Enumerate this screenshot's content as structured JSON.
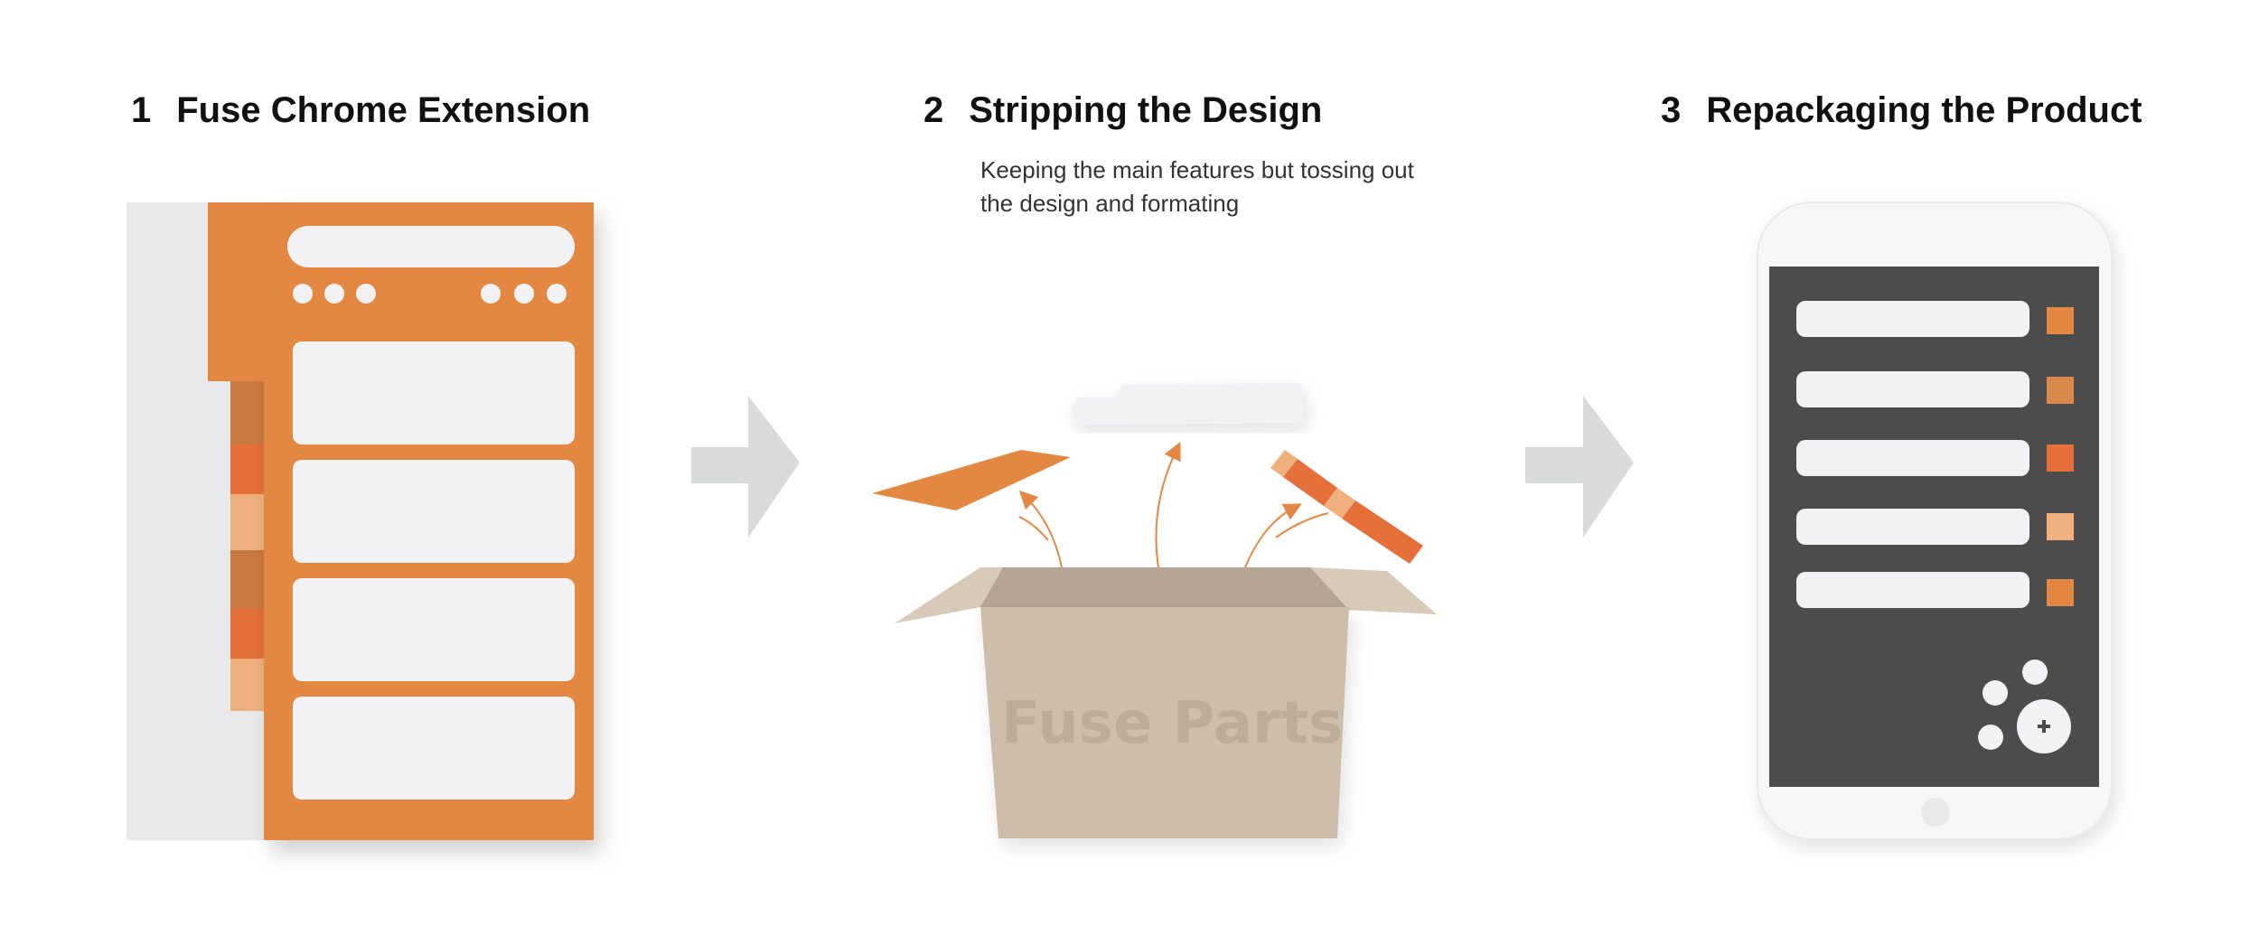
{
  "steps": [
    {
      "number": "1",
      "title": "Fuse Chrome Extension"
    },
    {
      "number": "2",
      "title": "Stripping the Design",
      "caption": "Keeping the main features but tossing out the design and formating"
    },
    {
      "number": "3",
      "title": "Repackaging the Product"
    }
  ],
  "box_label": "Fuse Parts",
  "colors": {
    "orange": "#E38842",
    "light_gray": "#E8E9EB",
    "card": "#F2F2F4",
    "cardboard": "#CDBEAB",
    "phone_screen": "#4C4C4C",
    "arrow": "#D9DADA"
  }
}
